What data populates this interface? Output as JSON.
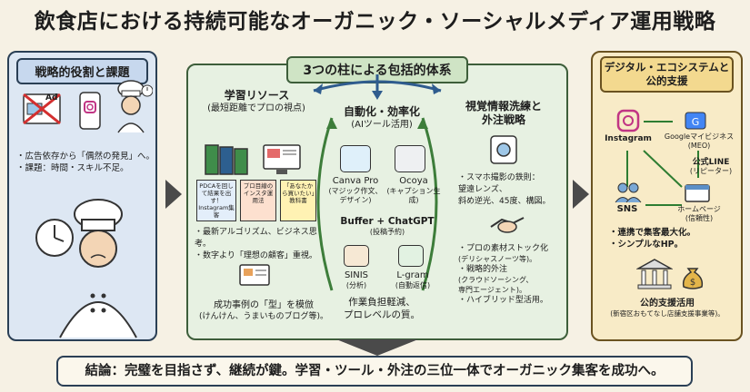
{
  "title": "飲食店における持続可能なオーガニック・ソーシャルメディア運用戦略",
  "left": {
    "banner": "戦略的役割と課題",
    "ad_label": "Ad",
    "bullets": [
      "・広告依存から「偶然の発見」へ。",
      "・課題：時間・スキル不足。"
    ]
  },
  "center": {
    "banner": "3つの柱による包括的体系",
    "learning": {
      "heading": "学習リソース",
      "subheading": "(最短距離でプロの視点)",
      "books": [
        "PDCAを回して結果を出す！Instagram集客",
        "プロ目線のインスタ運用法",
        "「あなたから買いたい」教科書"
      ],
      "bullets": [
        "・最新アルゴリズム、ビジネス思考。",
        "・数字より「理想の顧客」重視。"
      ],
      "footer_line1": "成功事例の「型」を模倣",
      "footer_line2": "(けんけん、うまいものブログ等)。"
    },
    "automation": {
      "heading": "自動化・効率化",
      "subheading": "(AIツール活用)",
      "tools": [
        {
          "name": "Canva Pro",
          "desc": "(マジック作文、デザイン)"
        },
        {
          "name": "Ocoya",
          "desc": "(キャプション生成)"
        },
        {
          "name": "Buffer + ChatGPT",
          "desc": "(投稿予約)"
        },
        {
          "name": "SINIS",
          "desc": "(分析)"
        },
        {
          "name": "L-gram",
          "desc": "(自動返信)"
        }
      ],
      "footer_line1": "作業負担軽減、",
      "footer_line2": "プロレベルの質。"
    },
    "visual": {
      "heading_line1": "視覚情報洗練と",
      "heading_line2": "外注戦略",
      "bullets1": [
        "・スマホ撮影の鉄則：",
        "望遠レンズ、",
        "斜め逆光、45度、構図。"
      ],
      "bullets2": [
        "・プロの素材ストック化",
        "(デリシャスノーツ等)。",
        "・戦略的外注",
        "(クラウドソーシング、",
        "専門エージェント)。",
        "・ハイブリッド型活用。"
      ]
    }
  },
  "right": {
    "banner_line1": "デジタル・エコシステムと",
    "banner_line2": "公的支援",
    "nodes": {
      "instagram": "Instagram",
      "google_line1": "Googleマイビジネス",
      "google_line2": "(MEO)",
      "line_line1": "公式LINE",
      "line_line2": "(リピーター)",
      "sns": "SNS",
      "hp_line1": "ホームページ",
      "hp_line2": "(信頼性)"
    },
    "bullets": [
      "・連携で集客最大化。",
      "・シンプルなHP。"
    ],
    "support_line1": "公的支援活用",
    "support_line2": "(新宿区おもてなし店舗支援事業等)。"
  },
  "conclusion": "結論：完璧を目指さず、継続が鍵。学習・ツール・外注の三位一体でオーガニック集客を成功へ。",
  "colors": {
    "left_bg": "#dde7f3",
    "center_bg": "#e7f1e2",
    "right_bg": "#f8ebc7",
    "arrow": "#4a4a4a"
  }
}
